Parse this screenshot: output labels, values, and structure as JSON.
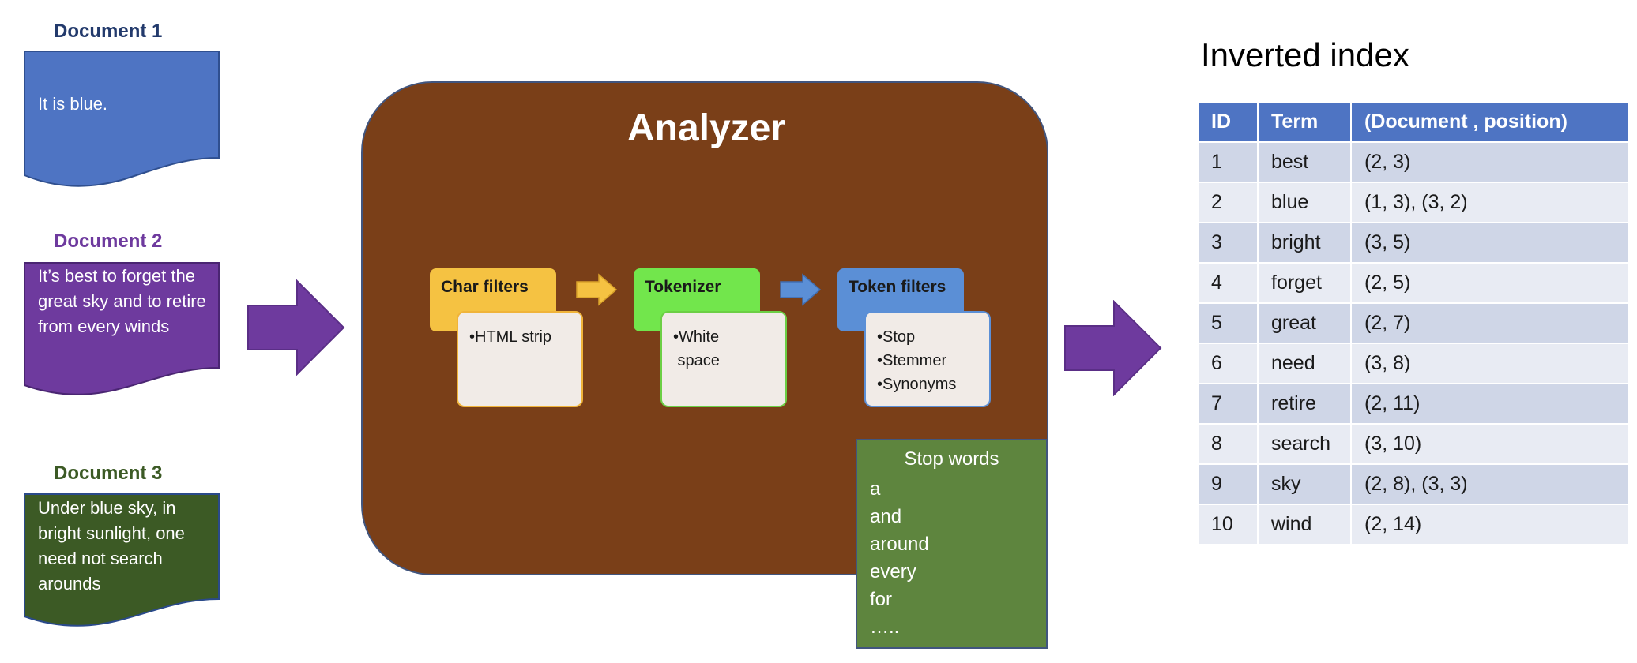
{
  "documents": [
    {
      "title": "Document 1",
      "text": "It is blue.",
      "color": "#4e74c3",
      "title_color": "#233a6c"
    },
    {
      "title": "Document 2",
      "text": "It’s best to forget the great sky and to retire from every winds",
      "color": "#6e3a9e",
      "title_color": "#6e3a9e"
    },
    {
      "title": "Document 3",
      "text": "Under blue sky, in bright sunlight, one need not search arounds",
      "color": "#3c5a25",
      "title_color": "#3c5a25"
    }
  ],
  "analyzer": {
    "title": "Analyzer",
    "stages": [
      {
        "name": "Char filters",
        "items": [
          "•HTML strip"
        ],
        "tab_color": "#f5c242",
        "border_color": "#f0b43a"
      },
      {
        "name": "Tokenizer",
        "items": [
          "•White",
          " space"
        ],
        "tab_color": "#72e64c",
        "border_color": "#6ccf45"
      },
      {
        "name": "Token filters",
        "items": [
          "•Stop",
          "•Stemmer",
          "•Synonyms"
        ],
        "tab_color": "#5b8fd6",
        "border_color": "#5b8fd6"
      }
    ],
    "stop_words": {
      "title": "Stop words",
      "words": [
        "a",
        "and",
        "around",
        "every",
        "for",
        "….."
      ]
    }
  },
  "inverted_index": {
    "title": "Inverted index",
    "columns": [
      "ID",
      "Term",
      "(Document , position)"
    ],
    "rows": [
      [
        "1",
        "best",
        "(2, 3)"
      ],
      [
        "2",
        "blue",
        "(1, 3), (3, 2)"
      ],
      [
        "3",
        "bright",
        "(3, 5)"
      ],
      [
        "4",
        "forget",
        "(2, 5)"
      ],
      [
        "5",
        "great",
        "(2, 7)"
      ],
      [
        "6",
        "need",
        "(3, 8)"
      ],
      [
        "7",
        "retire",
        "(2, 11)"
      ],
      [
        "8",
        "search",
        "(3, 10)"
      ],
      [
        "9",
        "sky",
        "(2, 8), (3, 3)"
      ],
      [
        "10",
        "wind",
        "(2, 14)"
      ]
    ]
  },
  "colors": {
    "big_arrow": "#6e3a9e",
    "analyzer_bg": "#7a3f18",
    "stop_words_bg": "#5e853e",
    "table_header": "#4e74c3"
  }
}
